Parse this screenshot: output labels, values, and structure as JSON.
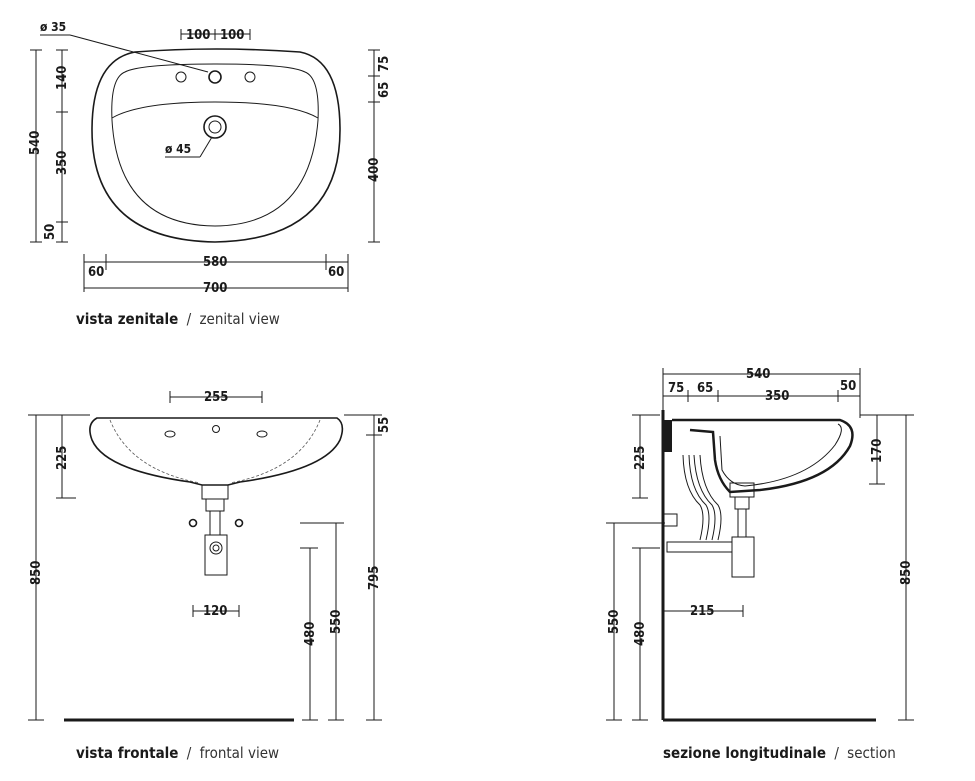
{
  "views": {
    "zenital": {
      "caption_it": "vista zenitale",
      "caption_sep": "/",
      "caption_en": "zenital view"
    },
    "frontal": {
      "caption_it": "vista frontale",
      "caption_sep": "/",
      "caption_en": "frontal view"
    },
    "section": {
      "caption_it": "sezione longitudinale",
      "caption_sep": "/",
      "caption_en": "section"
    }
  },
  "top": {
    "hole_diameter": "ø 35",
    "drain_diameter": "ø 45",
    "hole_spacing_left": "100",
    "hole_spacing_right": "100",
    "right_75": "75",
    "right_65": "65",
    "right_400": "400",
    "left_540": "540",
    "left_140": "140",
    "left_350": "350",
    "left_50": "50",
    "bottom_60_left": "60",
    "bottom_580": "580",
    "bottom_60_right": "60",
    "bottom_700": "700"
  },
  "front": {
    "top_255": "255",
    "left_850": "850",
    "left_225": "225",
    "right_55": "55",
    "right_795": "795",
    "right_550": "550",
    "right_480": "480",
    "mid_120": "120"
  },
  "section": {
    "top_540": "540",
    "top_75": "75",
    "top_65": "65",
    "top_350": "350",
    "top_50": "50",
    "left_225": "225",
    "left_550": "550",
    "left_480": "480",
    "right_170": "170",
    "right_850": "850",
    "mid_215": "215"
  }
}
